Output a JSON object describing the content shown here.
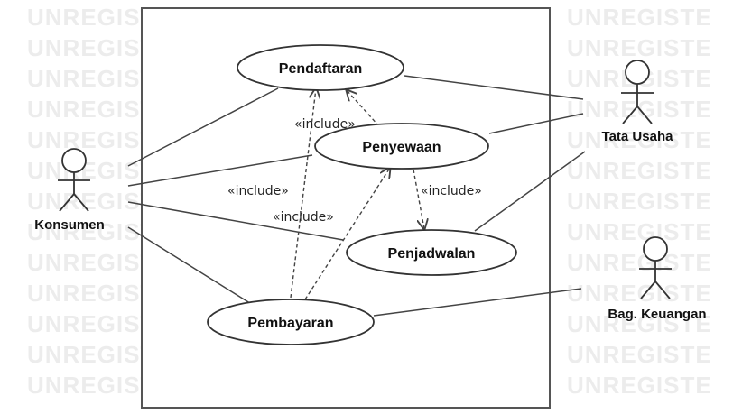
{
  "watermark": "UNREGISTE",
  "use_cases": {
    "pendaftaran": "Pendaftaran",
    "penyewaan": "Penyewaan",
    "penjadwalan": "Penjadwalan",
    "pembayaran": "Pembayaran"
  },
  "actors": {
    "konsumen": "Konsumen",
    "tata_usaha": "Tata Usaha",
    "keuangan": "Bag. Keuangan"
  },
  "include_label": "«include»",
  "colors": {
    "line": "#444444",
    "watermark": "#ececec",
    "ellipse_fill": "#ffffff"
  }
}
